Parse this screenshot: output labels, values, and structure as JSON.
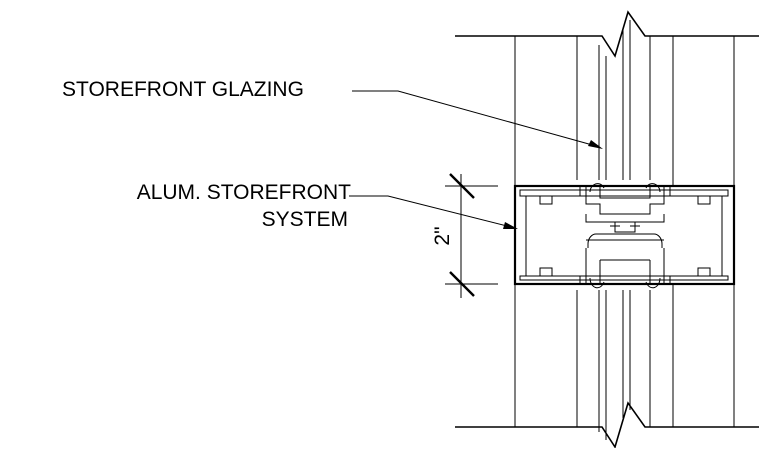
{
  "labels": {
    "storefront_glazing": "STOREFRONT GLAZING",
    "alum_storefront_line1": "ALUM. STOREFRONT",
    "alum_storefront_line2": "SYSTEM",
    "dimension": "2\""
  },
  "colors": {
    "line": "#000000",
    "background": "#ffffff"
  }
}
